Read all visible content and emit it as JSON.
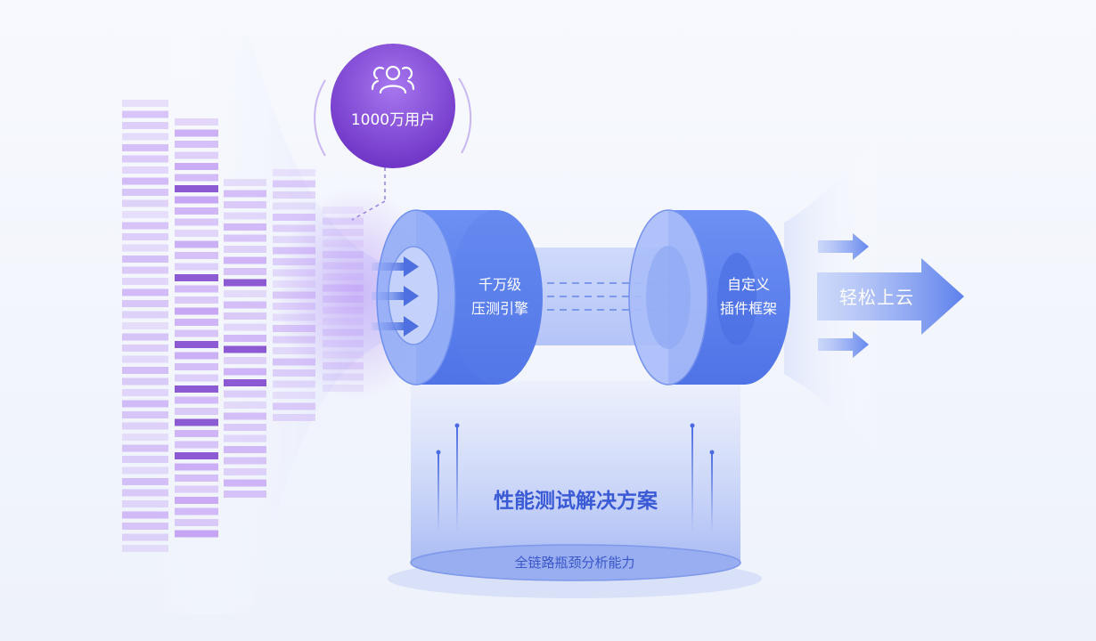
{
  "users": {
    "label": "1000万用户",
    "icon": "users-icon"
  },
  "engine": {
    "line1": "千万级",
    "line2": "压测引擎"
  },
  "plugin": {
    "line1": "自定义",
    "line2": "插件框架"
  },
  "cloud": {
    "label": "轻松上云"
  },
  "solution": {
    "title": "性能测试解决方案",
    "capability": "全链路瓶颈分析能力"
  },
  "colors": {
    "purple_dark": "#7233c8",
    "purple_light": "#b587f3",
    "cylinder_blue": "#5b82ef",
    "cylinder_light": "#8aa5f6",
    "title_blue": "#3b5ad6"
  }
}
